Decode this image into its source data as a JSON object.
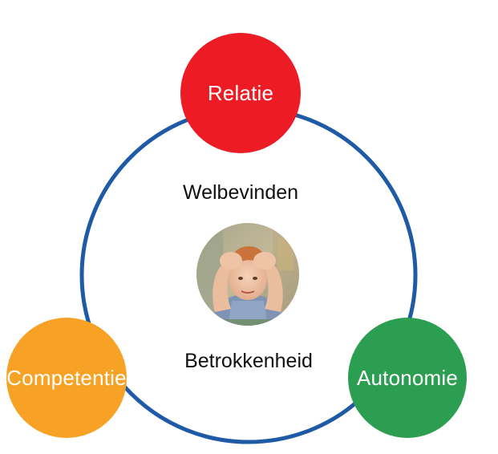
{
  "diagram": {
    "nodes": [
      {
        "key": "relatie",
        "label": "Relatie",
        "color": "#ed1c24"
      },
      {
        "key": "competentie",
        "label": "Competentie",
        "color": "#f7a224"
      },
      {
        "key": "autonomie",
        "label": "Autonomie",
        "color": "#2b9e52"
      }
    ],
    "ring_color": "#1f5aa6",
    "center": {
      "top_label": "Welbevinden",
      "bottom_label": "Betrokkenheid",
      "photo_icon": "child-holding-head-photo"
    }
  }
}
